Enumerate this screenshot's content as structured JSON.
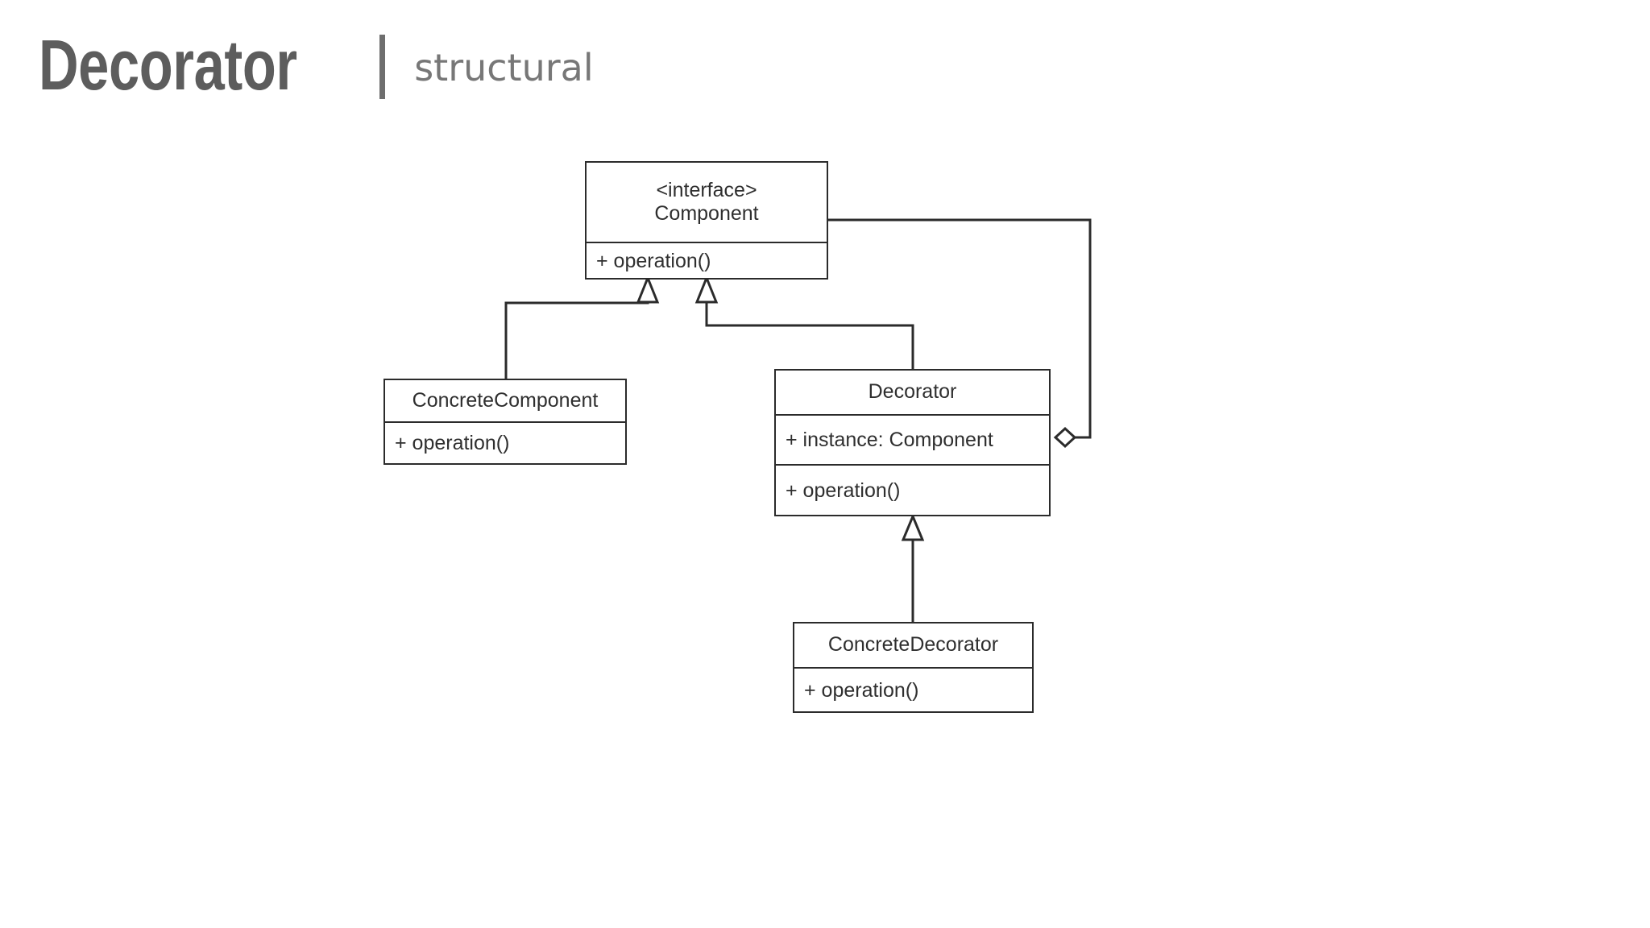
{
  "header": {
    "title": "Decorator",
    "separator": "|",
    "category": "structural"
  },
  "diagram": {
    "type": "uml-class-diagram",
    "stroke_color": "#2b2b2b",
    "text_color": "#2f2f2f",
    "background": "#ffffff",
    "classes": [
      {
        "id": "component",
        "stereotype": "<interface>",
        "name": "Component",
        "attributes": [],
        "operations": [
          "+ operation()"
        ]
      },
      {
        "id": "concrete-component",
        "stereotype": "",
        "name": "ConcreteComponent",
        "attributes": [],
        "operations": [
          "+ operation()"
        ]
      },
      {
        "id": "decorator",
        "stereotype": "",
        "name": "Decorator",
        "attributes": [
          "+ instance: Component"
        ],
        "operations": [
          "+ operation()"
        ]
      },
      {
        "id": "concrete-decorator",
        "stereotype": "",
        "name": "ConcreteDecorator",
        "attributes": [],
        "operations": [
          "+ operation()"
        ]
      }
    ],
    "relationships": [
      {
        "id": "concrete-component-realizes-component",
        "kind": "generalization",
        "marker": "hollow-triangle",
        "from": "concrete-component",
        "to": "component"
      },
      {
        "id": "decorator-realizes-component",
        "kind": "generalization",
        "marker": "hollow-triangle",
        "from": "decorator",
        "to": "component"
      },
      {
        "id": "concrete-decorator-extends-decorator",
        "kind": "generalization",
        "marker": "hollow-triangle",
        "from": "concrete-decorator",
        "to": "decorator"
      },
      {
        "id": "decorator-aggregates-component",
        "kind": "aggregation",
        "marker": "hollow-diamond",
        "from": "decorator",
        "to": "component"
      }
    ]
  }
}
